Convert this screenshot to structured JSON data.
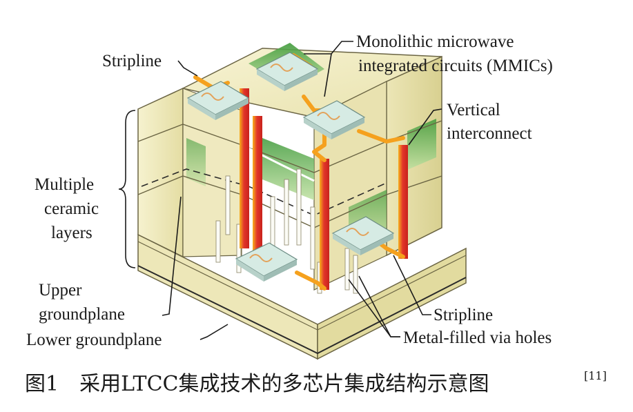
{
  "labels": {
    "stripline_top": "Stripline",
    "mmic_line1": "Monolithic microwave",
    "mmic_line2": "integrated circuits (MMICs)",
    "vertical_line1": "Vertical",
    "vertical_line2": "interconnect",
    "ceramic_line1": "Multiple",
    "ceramic_line2": "ceramic",
    "ceramic_line3": "layers",
    "upper_line1": "Upper",
    "upper_line2": "groundplane",
    "lower": "Lower groundplane",
    "stripline_bottom": "Stripline",
    "via": "Metal-filled via holes"
  },
  "caption": {
    "text": "图1　采用LTCC集成技术的多芯片集成结构示意图",
    "ref": "[11]"
  },
  "colors": {
    "ceramic_light": "#f3efc6",
    "ceramic_mid": "#e6e0a8",
    "ceramic_shade": "#d9d291",
    "green": "#5fa84a",
    "red": "#e2362a",
    "orange": "#f5a11e",
    "chip": "#dfeeea"
  }
}
